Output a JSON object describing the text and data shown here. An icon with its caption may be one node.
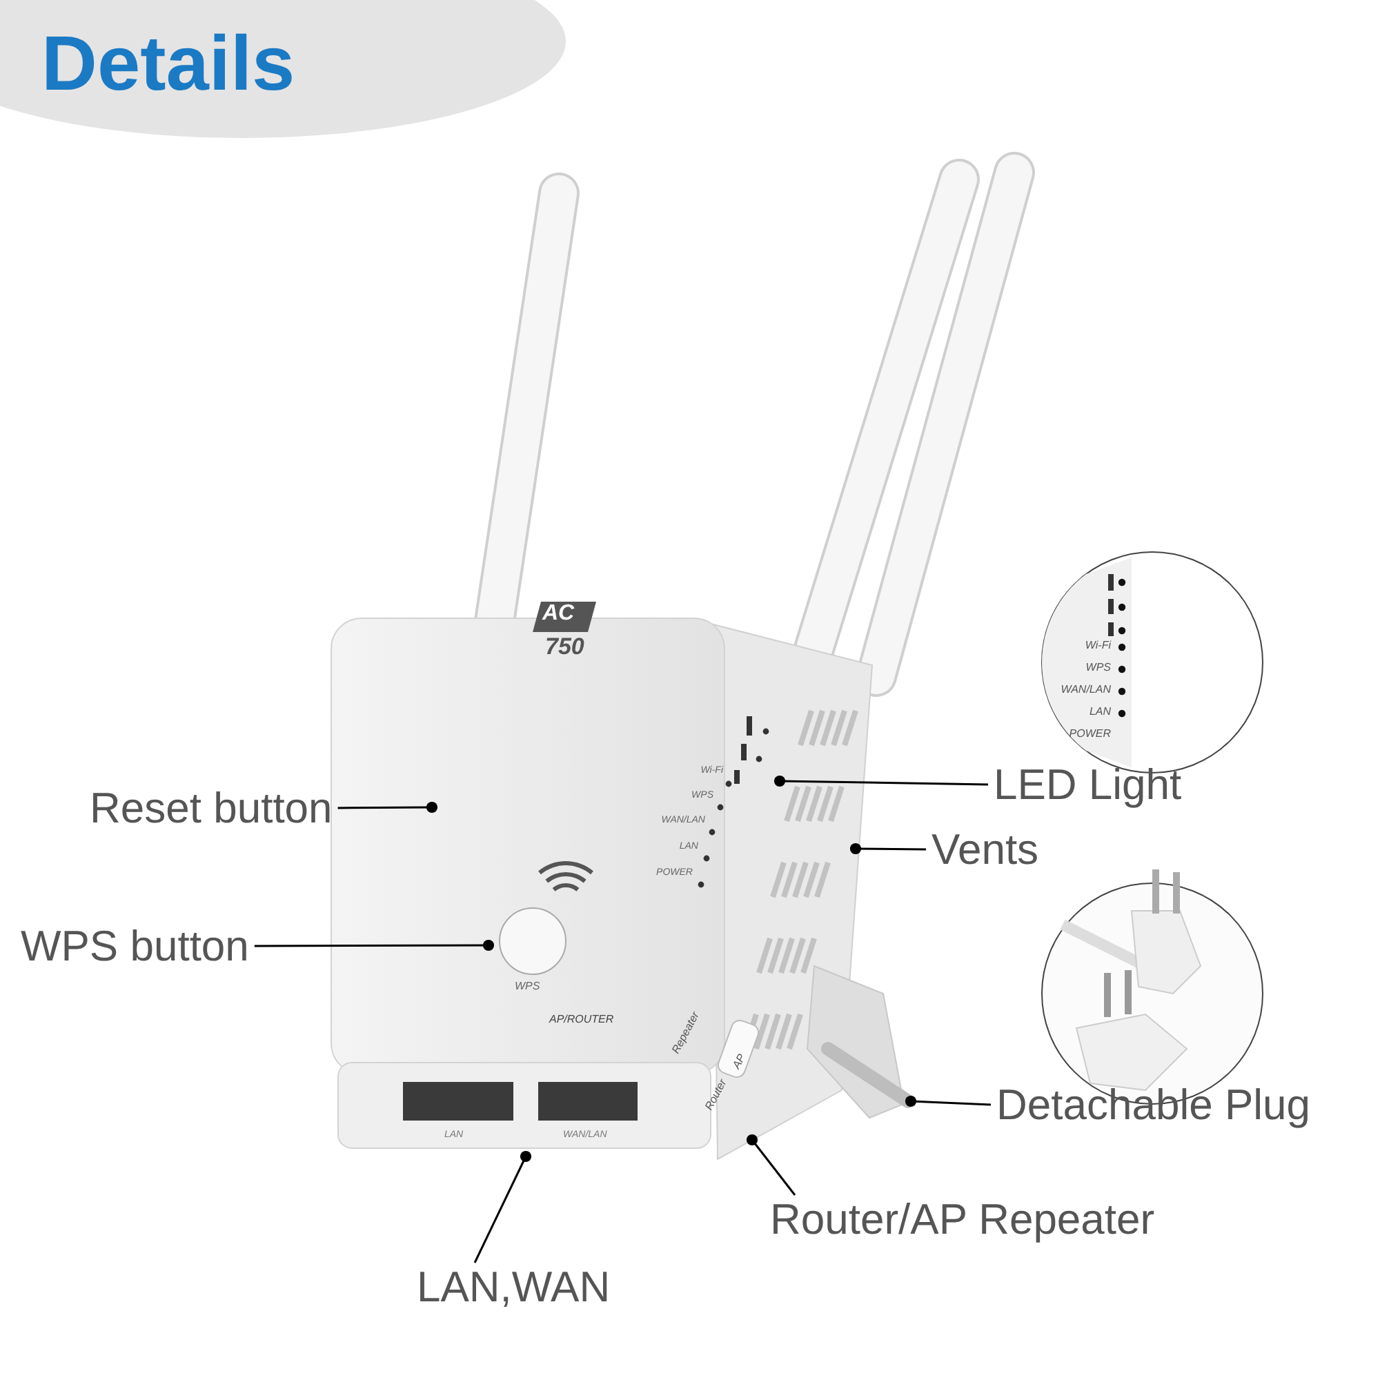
{
  "diagram": {
    "nodes": [
      {
        "text": [
          "Details"
        ]
      },
      {
        "text": [
          "Reset button"
        ]
      },
      {
        "text": [
          "WPS button"
        ]
      },
      {
        "text": [
          "LED Light"
        ]
      },
      {
        "text": [
          "Vents"
        ]
      },
      {
        "text": [
          "Detachable Plug"
        ]
      },
      {
        "text": [
          "Router/AP Repeater"
        ]
      },
      {
        "text": [
          "LAN,WAN"
        ]
      }
    ],
    "edges": [
      {
        "from": 1,
        "to": null,
        "arrow": "other"
      },
      {
        "from": 2,
        "to": null,
        "arrow": "other"
      },
      {
        "from": 3,
        "to": null,
        "arrow": "other"
      },
      {
        "from": 4,
        "to": null,
        "arrow": "other"
      },
      {
        "from": 5,
        "to": null,
        "arrow": "other"
      },
      {
        "from": 6,
        "to": null,
        "arrow": "other"
      },
      {
        "from": 7,
        "to": null,
        "arrow": "other"
      }
    ],
    "labels": [
      "AC",
      "750",
      "Wi-Fi",
      "WPS",
      "WAN/LAN",
      "LAN",
      "POWER",
      "WPS",
      "AP/ROUTER",
      "LAN",
      "WAN/LAN",
      "Repeater",
      "Router",
      "AP",
      "Wi-Fi",
      "WPS",
      "WAN/LAN",
      "LAN",
      "POWER"
    ]
  }
}
